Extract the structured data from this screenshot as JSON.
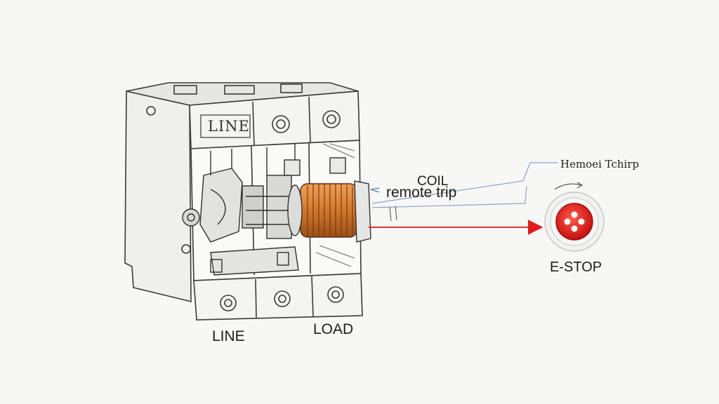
{
  "labels": {
    "box_line": "LINE",
    "line": "LINE",
    "load": "LOAD",
    "coil": "COIL",
    "remote_trip": "remote trip",
    "estop_top": "Hemoei Tchirp",
    "estop": "E-STOP"
  },
  "colors": {
    "ink": "#3a3a3a",
    "coil": "#d2782c",
    "red_arrow": "#e01b1b",
    "blue_wire": "#8aa4c8",
    "estop_red": "#e41e1e",
    "background": "#f7f7f6"
  },
  "icons": [
    "estop-button-icon",
    "red-arrow-icon",
    "coil-icon"
  ]
}
